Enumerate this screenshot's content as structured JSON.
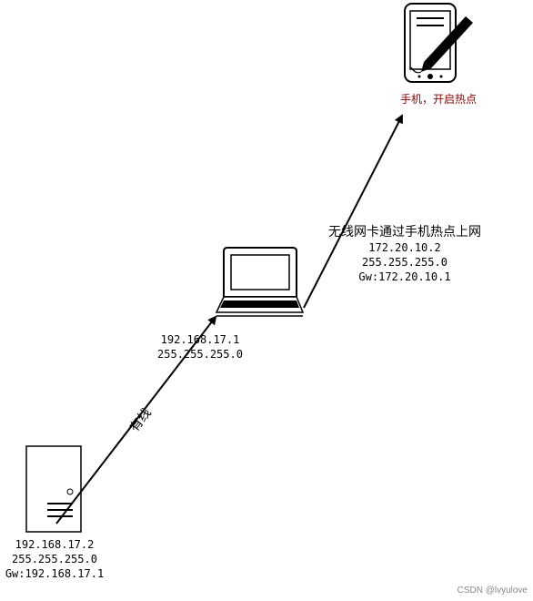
{
  "phone": {
    "label": "手机，开启热点"
  },
  "laptop": {
    "wireless": {
      "title": "无线网卡通过手机热点上网",
      "ip": "172.20.10.2",
      "mask": "255.255.255.0",
      "gw": "Gw:172.20.10.1"
    },
    "wired": {
      "ip": "192.168.17.1",
      "mask": "255.255.255.0"
    }
  },
  "link": {
    "wired_label": "有线"
  },
  "server": {
    "ip": "192.168.17.2",
    "mask": "255.255.255.0",
    "gw": "Gw:192.168.17.1"
  },
  "watermark": "CSDN @lvyulove",
  "colors": {
    "phone_label": "#8b0000",
    "line": "#000000"
  }
}
